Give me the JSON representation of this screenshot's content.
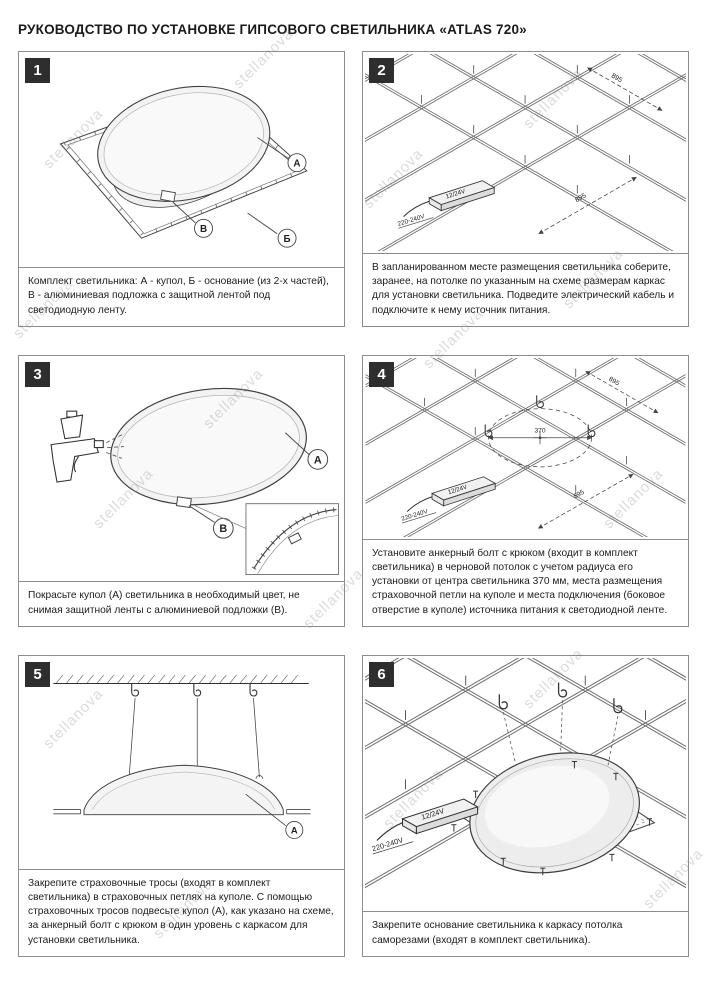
{
  "page": {
    "title": "РУКОВОДСТВО ПО УСТАНОВКЕ ГИПСОВОГО СВЕТИЛЬНИКА «ATLAS 720»",
    "watermark": "stellanova"
  },
  "labels": {
    "part_a": "А",
    "part_b": "Б",
    "part_v": "В",
    "dim_895": "895",
    "dim_370": "370",
    "psu": "12/24V",
    "mains": "220-240V"
  },
  "steps": [
    {
      "number": "1",
      "caption": "Комплект светильника: А - купол, Б - основание (из 2-х частей), В - алюминиевая подложка с защитной лентой под светодиодную ленту."
    },
    {
      "number": "2",
      "caption": "В запланированном месте размещения светильника соберите, заранее, на потолке по указанным на схеме размерам каркас для установки светильника. Подведите электрический кабель и подключите к нему источник питания."
    },
    {
      "number": "3",
      "caption": "Покрасьте купол (А) светильника в необходимый цвет, не снимая защитной ленты с алюминиевой подложки (В)."
    },
    {
      "number": "4",
      "caption": "Установите анкерный болт с крюком (входит в комплект светильника) в черновой потолок с учетом радиуса его установки от центра светильника 370 мм, места размещения страховочной петли на куполе и места подключения (боковое отверстие в куполе) источника питания к светодиодной ленте."
    },
    {
      "number": "5",
      "caption": "Закрепите страховочные тросы (входят в комплект светильника) в страховочных петлях на куполе. С помощью страховочных тросов подвесьте купол (А), как указано на схеме, за анкерный болт с крюком в один уровень с каркасом для установки светильника."
    },
    {
      "number": "6",
      "caption": "Закрепите основание светильника к каркасу потолка саморезами (входят в комплект светильника)."
    }
  ]
}
